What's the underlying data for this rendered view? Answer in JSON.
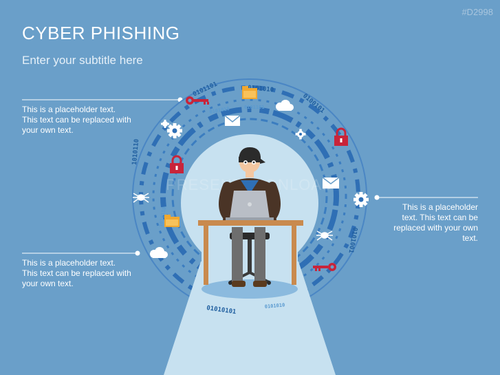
{
  "slide": {
    "title": "CYBER PHISHING",
    "subtitle": "Enter your subtitle here",
    "code": "#D2998",
    "watermark": "PRESENTATIONLOAD"
  },
  "callouts": [
    {
      "text": "This is a placeholder text. This text can be replaced with your own text."
    },
    {
      "text": "This is a placeholder text. This text can be replaced with your own text."
    },
    {
      "text": "This is a placeholder text. This text can be replaced with your own text."
    }
  ],
  "binary": {
    "outer_top_left": "0101101",
    "outer_top": "0101010",
    "outer_top_right": "0100101",
    "outer_right": "0101001",
    "outer_left": "1010110",
    "outer_bottom": "01010101",
    "inner_a": "0101010",
    "inner_b": "0101101",
    "inner_c": "1010110",
    "inner_d": "0101010"
  },
  "colors": {
    "background": "#6a9fc9",
    "ring_dark": "#2f6fb5",
    "ring_mid": "#4a86c4",
    "keyhole": "#c7e1f0",
    "accent_red": "#c8243a",
    "accent_yellow": "#f0a830",
    "desk": "#c98a4e"
  }
}
